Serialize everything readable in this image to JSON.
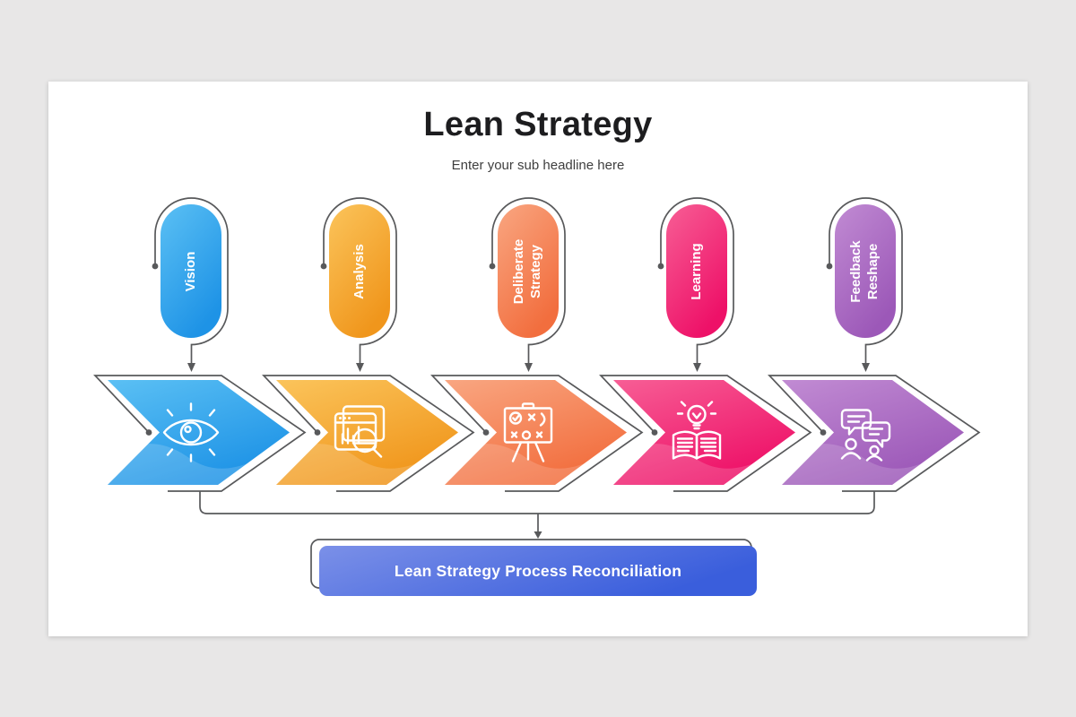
{
  "slide": {
    "title": "Lean Strategy",
    "subtitle": "Enter your sub headline here"
  },
  "steps": [
    {
      "label": "Vision",
      "icon": "eye-icon",
      "gradient_from": "#5BC0F4",
      "gradient_to": "#1E93E6"
    },
    {
      "label": "Analysis",
      "icon": "analysis-window-icon",
      "gradient_from": "#FBC45B",
      "gradient_to": "#F0961C"
    },
    {
      "label": "Deliberate Strategy",
      "icon": "strategy-board-icon",
      "gradient_from": "#F9A681",
      "gradient_to": "#F26E3E"
    },
    {
      "label": "Learning",
      "icon": "book-lightbulb-icon",
      "gradient_from": "#F75E95",
      "gradient_to": "#EE1168"
    },
    {
      "label": "Feedback Reshape",
      "icon": "feedback-chat-icon",
      "gradient_from": "#C18BD3",
      "gradient_to": "#9C58B8"
    }
  ],
  "footer": {
    "label": "Lean Strategy Process Reconciliation",
    "gradient_from": "#7B90E8",
    "gradient_to": "#3A5EDC"
  },
  "connector": {
    "color": "#58595B"
  }
}
